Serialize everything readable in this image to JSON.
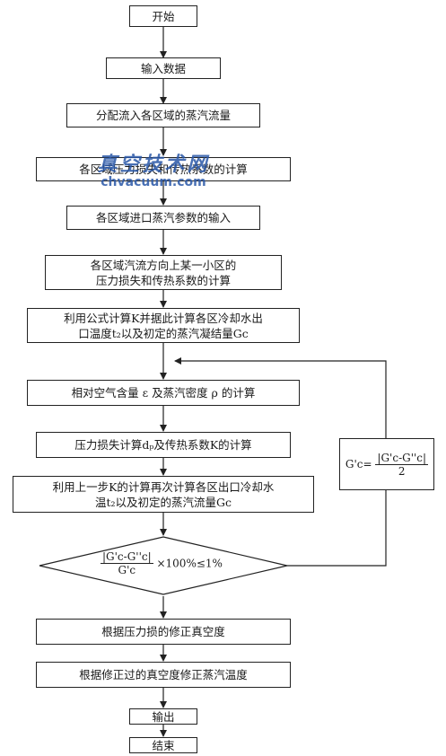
{
  "steps": {
    "start": "开始",
    "input": "输入数据",
    "distribute": "分配流入各区域的蒸汽流量",
    "regional_coef": "各区域压力损失和传热系数的计算",
    "inlet_params": "各区域进口蒸汽参数的输入",
    "subzone_line1": "各区域汽流方向上某一小区的",
    "subzone_line2": "压力损失和传热系数的计算",
    "formula_k_line1": "利用公式计算K并据此计算各区冷却水出",
    "formula_k_line2": "口温度t₂以及初定的蒸汽凝结量Gc",
    "air_density": "相对空气含量 ε 及蒸汽密度 ρ 的计算",
    "pressure_loss": "压力损失计算dₚ及传热系数K的计算",
    "recalc_line1": "利用上一步K的计算再次计算各区出口冷却水",
    "recalc_line2": "温t₂以及初定的蒸汽流量Gc",
    "vacuum_correct": "根据压力损的修正真空度",
    "temp_correct": "根据修正过的真空度修正蒸汽温度",
    "output": "输出",
    "end": "结束"
  },
  "decision": {
    "numerator": "|G'c-G''c|",
    "denominator": "G'c",
    "condition": "×100%≤1%"
  },
  "update": {
    "lhs": "G'c=",
    "numerator": "|G'c-G''c|",
    "denominator": "2"
  },
  "watermark": {
    "line1": "真空技术网",
    "line2": "chvacuum.com"
  },
  "colors": {
    "line": "#222222",
    "watermark": "#2a58a8"
  }
}
